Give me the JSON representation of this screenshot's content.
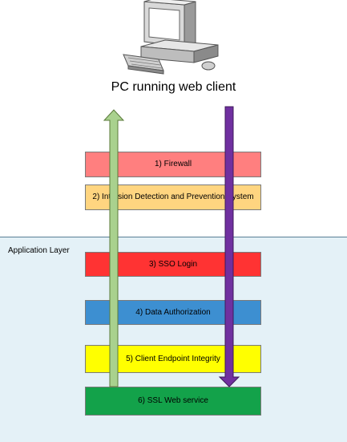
{
  "client": {
    "label": "PC running web client"
  },
  "application_layer": {
    "label": "Application Layer"
  },
  "layers": [
    {
      "label": "1) Firewall",
      "color": "#ff7f7f"
    },
    {
      "label": "2) Intrusion Detection and Prevention System",
      "color": "#ffd580"
    },
    {
      "label": "3) SSO Login",
      "color": "#ff3333"
    },
    {
      "label": "4) Data Authorization",
      "color": "#3d8fd1"
    },
    {
      "label": "5) Client Endpoint Integrity",
      "color": "#ffff00"
    },
    {
      "label": "6) SSL Web service",
      "color": "#13a24a"
    }
  ],
  "flows": {
    "response_color": "#a9d18e",
    "request_color": "#7030a0"
  }
}
